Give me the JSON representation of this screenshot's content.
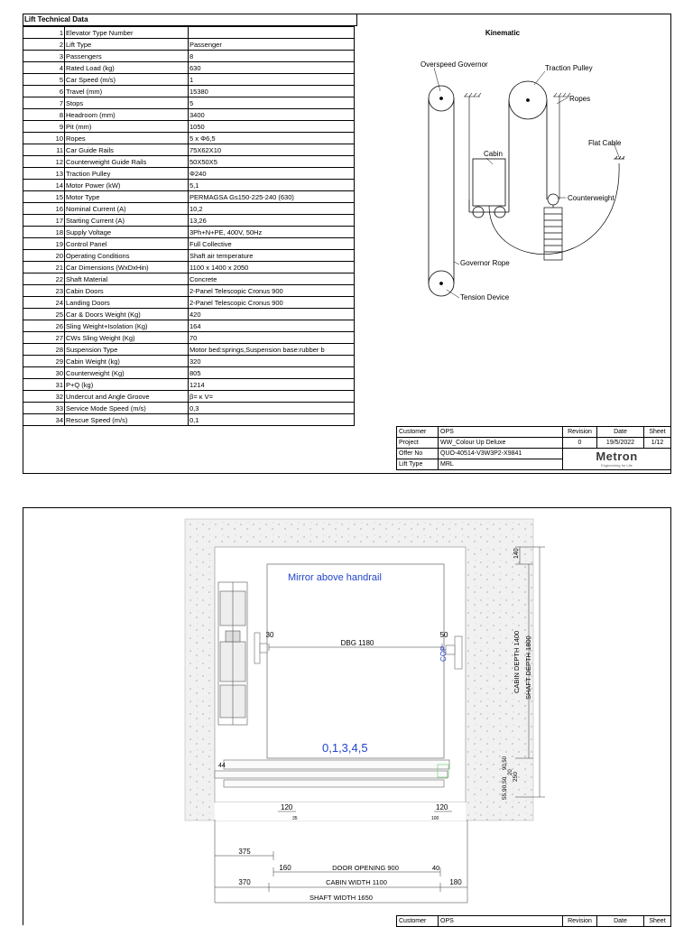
{
  "spec": {
    "title": "Lift Technical Data",
    "rows": [
      {
        "n": "1",
        "label": "Elevator Type Number",
        "value": ""
      },
      {
        "n": "2",
        "label": "Lift Type",
        "value": "Passenger"
      },
      {
        "n": "3",
        "label": "Passengers",
        "value": "8"
      },
      {
        "n": "4",
        "label": "Rated Load (kg)",
        "value": "630"
      },
      {
        "n": "5",
        "label": "Car Speed (m/s)",
        "value": "1"
      },
      {
        "n": "6",
        "label": "Travel (mm)",
        "value": "15380"
      },
      {
        "n": "7",
        "label": "Stops",
        "value": "5"
      },
      {
        "n": "8",
        "label": "Headroom (mm)",
        "value": "3400"
      },
      {
        "n": "9",
        "label": "Pit (mm)",
        "value": "1050"
      },
      {
        "n": "10",
        "label": "Ropes",
        "value": "5 x Φ6,5"
      },
      {
        "n": "11",
        "label": "Car Guide Rails",
        "value": "75X62X10"
      },
      {
        "n": "12",
        "label": "Counterweight Guide Rails",
        "value": "50X50X5"
      },
      {
        "n": "13",
        "label": "Traction Pulley",
        "value": "Φ240"
      },
      {
        "n": "14",
        "label": "Motor Power (kW)",
        "value": "5,1"
      },
      {
        "n": "15",
        "label": "Motor Type",
        "value": "PERMAGSA Gs150-225-240 (630)"
      },
      {
        "n": "16",
        "label": "Nominal Current (A)",
        "value": "10,2"
      },
      {
        "n": "17",
        "label": "Starting Current (A)",
        "value": "13,26"
      },
      {
        "n": "18",
        "label": "Supply Voltage",
        "value": "3Ph+N+PE, 400V, 50Hz"
      },
      {
        "n": "19",
        "label": "Control Panel",
        "value": "Full Collective"
      },
      {
        "n": "20",
        "label": "Operating Conditions",
        "value": "Shaft air temperature"
      },
      {
        "n": "21",
        "label": "Car Dimensions (WxDxHin)",
        "value": "1100 x 1400 x 2050"
      },
      {
        "n": "22",
        "label": "Shaft Material",
        "value": "Concrete"
      },
      {
        "n": "23",
        "label": "Cabin Doors",
        "value": "2-Panel Telescopic Cronus 900"
      },
      {
        "n": "24",
        "label": "Landing Doors",
        "value": "2-Panel Telescopic Cronus 900"
      },
      {
        "n": "25",
        "label": "Car & Doors Weight (Kg)",
        "value": "420"
      },
      {
        "n": "26",
        "label": "Sling Weight+Isolation (Kg)",
        "value": "164"
      },
      {
        "n": "27",
        "label": "CWs Sling Weight (Kg)",
        "value": "70"
      },
      {
        "n": "28",
        "label": "Suspension Type",
        "value": "Motor bed:springs,Suspension base:rubber b"
      },
      {
        "n": "29",
        "label": "Cabin Weight (kg)",
        "value": "320"
      },
      {
        "n": "30",
        "label": "Counterweight (Kg)",
        "value": "805"
      },
      {
        "n": "31",
        "label": "P+Q (kg)",
        "value": "1214"
      },
      {
        "n": "32",
        "label": "Undercut and Angle Groove",
        "value": "β= κ V="
      },
      {
        "n": "33",
        "label": "Service Mode Speed (m/s)",
        "value": "0,3"
      },
      {
        "n": "34",
        "label": "Rescue Speed (m/s)",
        "value": "0,1"
      }
    ]
  },
  "kinematic": {
    "title": "Kinematic",
    "labels": {
      "overspeed_governor": "Overspeed Governor",
      "traction_pulley": "Traction Pulley",
      "ropes": "Ropes",
      "flat_cable": "Flat Cable",
      "cabin": "Cabin",
      "counterweight": "Counterweight",
      "governor_rope": "Governor Rope",
      "tension_device": "Tension Device"
    }
  },
  "title_block": {
    "customer_label": "Customer",
    "customer": "OPS",
    "project_label": "Project",
    "project": "WW_Colour Up Deluxe",
    "offer_label": "Offer No",
    "offer": "QUO-40514-V3W3P2-X9841",
    "lift_type_label": "Lift Type",
    "lift_type": "MRL",
    "revision_label": "Revision",
    "revision": "0",
    "date_label": "Date",
    "date": "19/5/2022",
    "sheet_label": "Sheet",
    "sheet": "1/12",
    "logo": "Metron",
    "logo_tagline": "Engineering for Life"
  },
  "plan": {
    "mirror_note": "Mirror above handrail",
    "floors": "0,1,3,4,5",
    "dims": {
      "dbg": "DBG 1180",
      "cop": "COP",
      "d30": "30",
      "d50": "50",
      "d44": "44",
      "d140": "140",
      "cabin_depth": "CABIN DEPTH 1400",
      "shaft_depth": "SHAFT DEPTH 1800",
      "d120a": "120",
      "d120b": "120",
      "d35": "35",
      "d100": "100",
      "d55_90_50": "55,90,50",
      "d20": "20",
      "d250": "250",
      "d90_50": "90,50",
      "d375": "375",
      "d160": "160",
      "door_opening": "DOOR OPENING 900",
      "d40": "40",
      "d370": "370",
      "cabin_width": "CABIN WIDTH 1100",
      "d180": "180",
      "shaft_width": "SHAFT WIDTH 1650"
    }
  },
  "title_block_2": {
    "customer_label": "Customer",
    "customer": "OPS",
    "revision_label": "Revision",
    "date_label": "Date",
    "sheet_label": "Sheet"
  }
}
